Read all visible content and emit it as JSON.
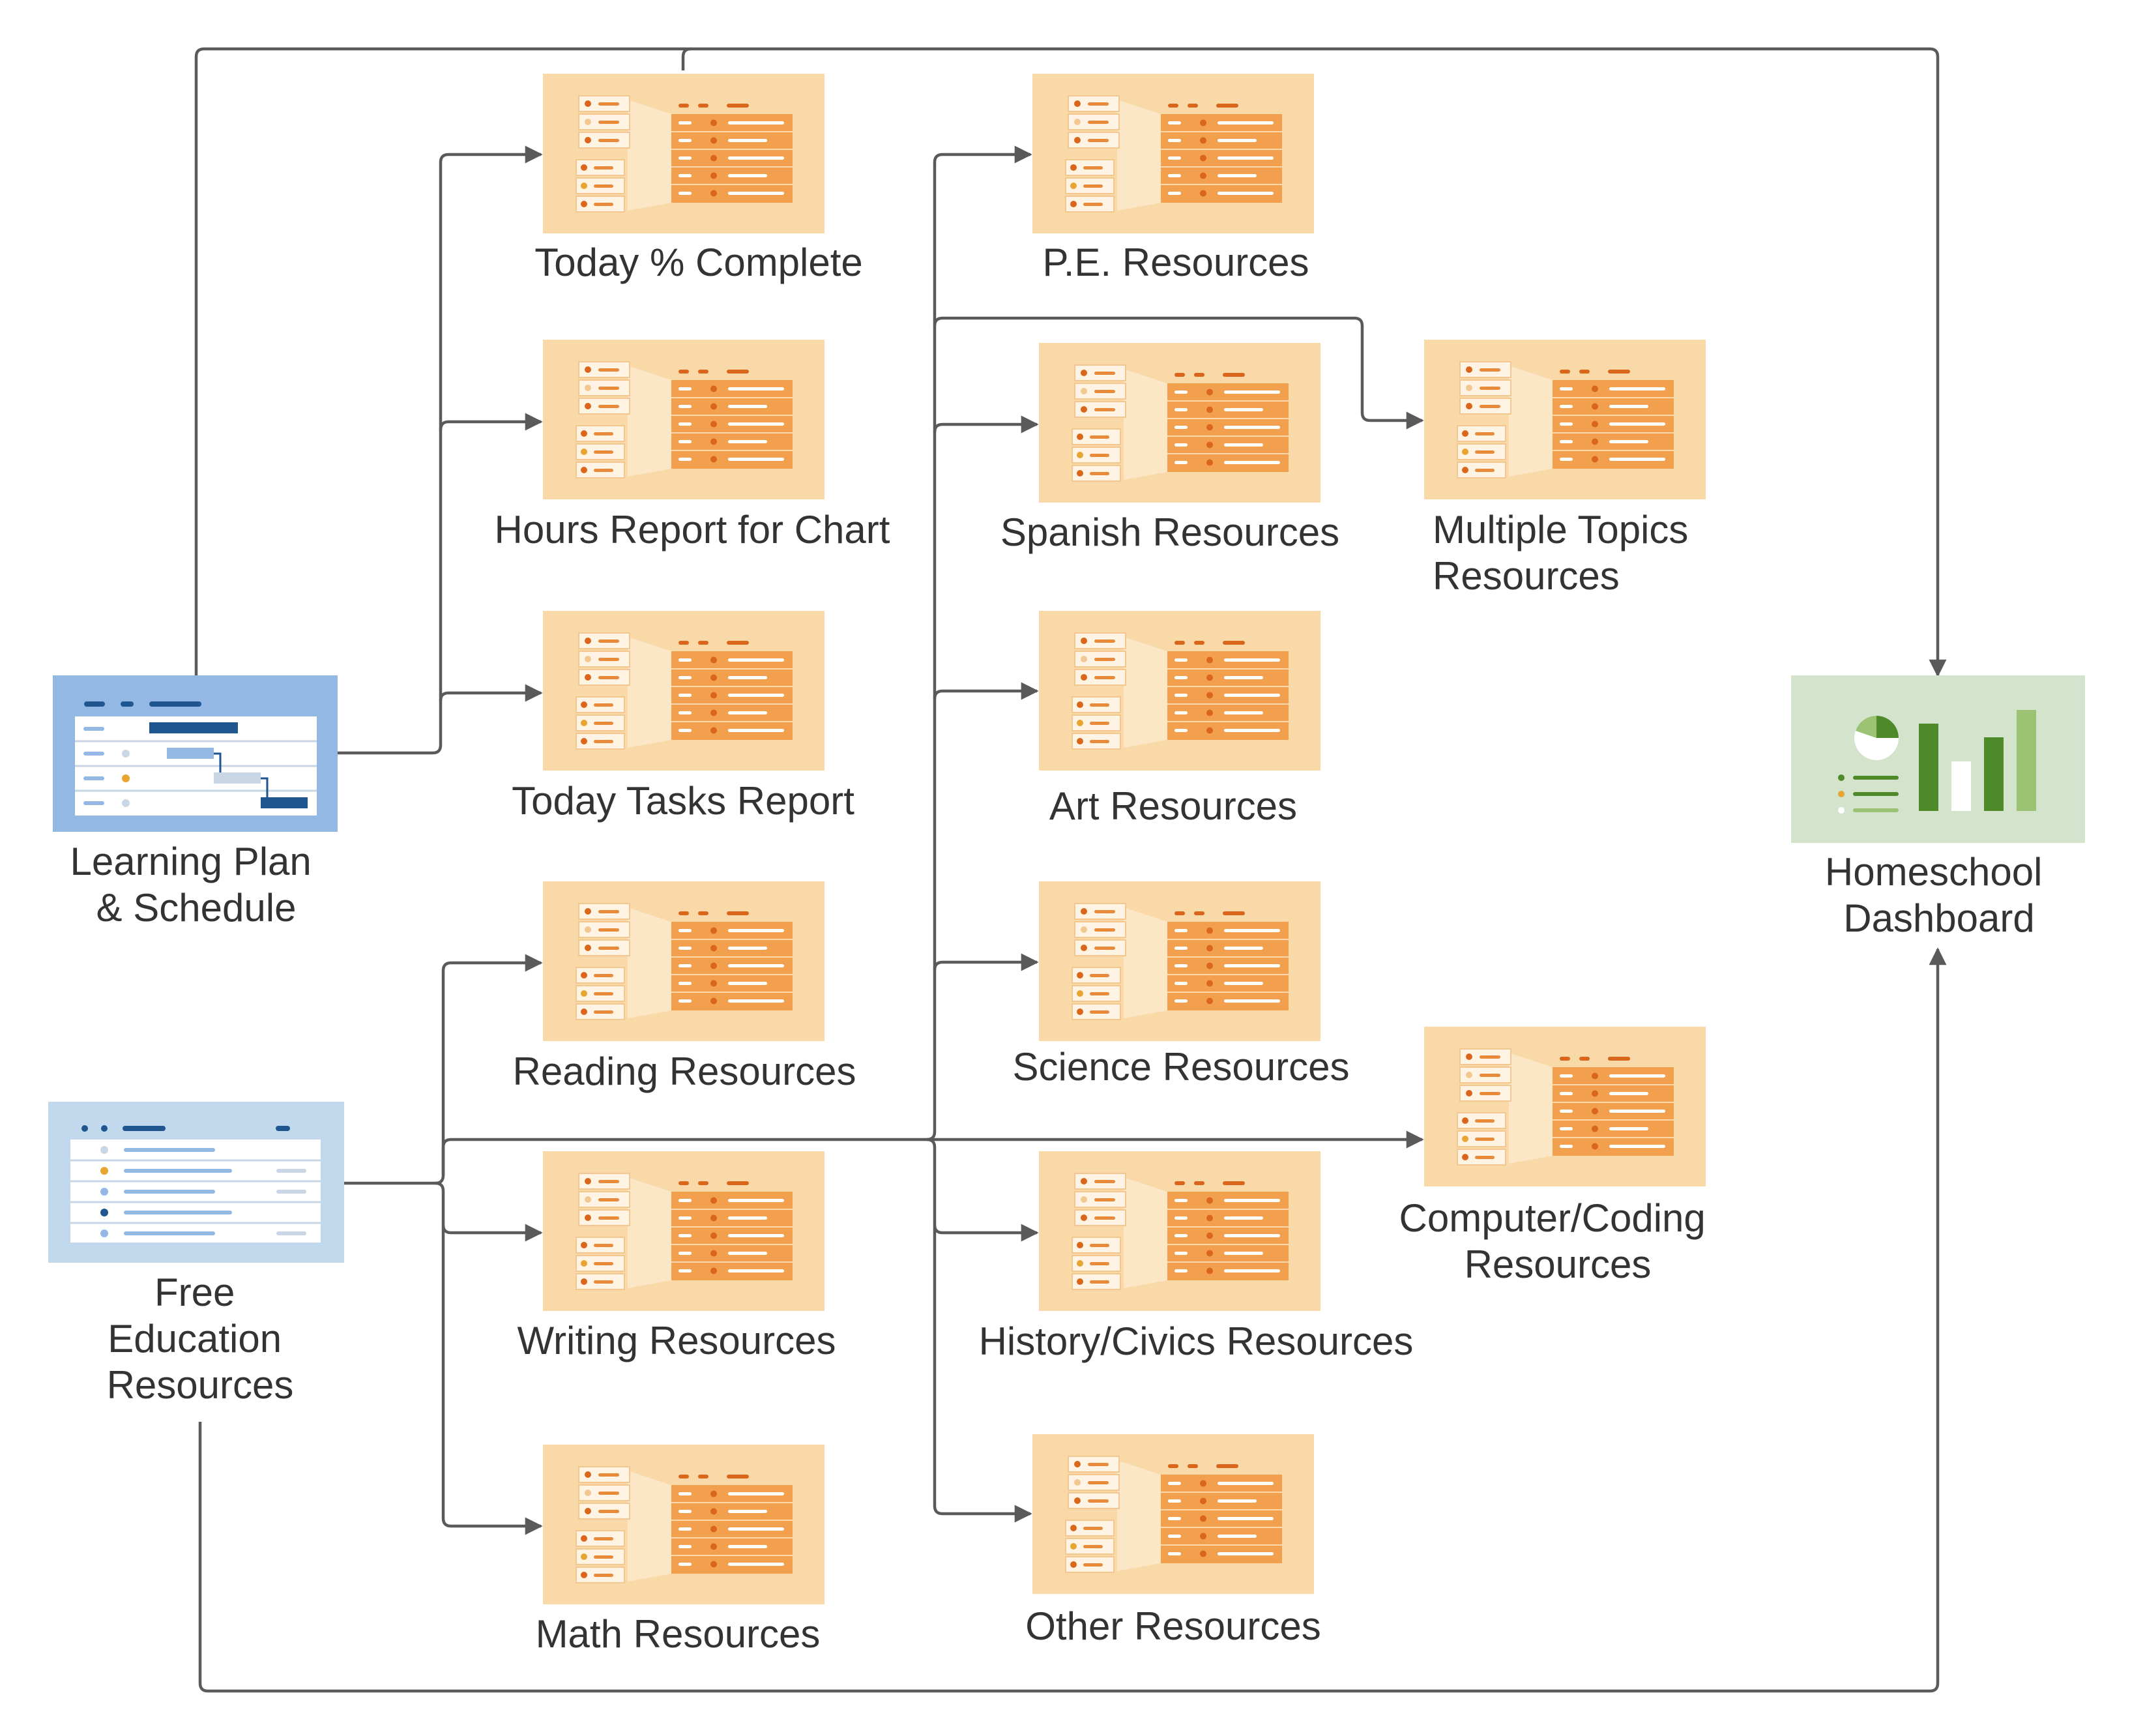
{
  "colors": {
    "report_bg": "#f9d9a8",
    "report_table": "#f2a04e",
    "report_accent": "#d9661b",
    "plan_bg": "#93b8e3",
    "plan_bar": "#1f5690",
    "free_bg": "#c2d8ec",
    "free_dot": "#1f5690",
    "dashboard_bg": "#d3e3cc",
    "dashboard_green": "#4f8a2a",
    "dashboard_light_green": "#9cc273",
    "connector": "#5a5a5a",
    "label": "#333333"
  },
  "nodes": {
    "learning_plan": {
      "icon": "gantt-sheet-icon",
      "lines": [
        "Learning Plan",
        "& Schedule"
      ]
    },
    "free_education": {
      "icon": "list-sheet-icon",
      "lines": [
        "Free",
        "Education",
        "Resources"
      ]
    },
    "dashboard": {
      "icon": "dashboard-chart-icon",
      "lines": [
        "Homeschool",
        "Dashboard"
      ]
    },
    "today_complete": {
      "icon": "report-icon",
      "lines": [
        "Today % Complete"
      ]
    },
    "hours_report": {
      "icon": "report-icon",
      "lines": [
        "Hours Report for Chart"
      ]
    },
    "today_tasks": {
      "icon": "report-icon",
      "lines": [
        "Today Tasks Report"
      ]
    },
    "reading": {
      "icon": "report-icon",
      "lines": [
        "Reading Resources"
      ]
    },
    "writing": {
      "icon": "report-icon",
      "lines": [
        "Writing Resources"
      ]
    },
    "math": {
      "icon": "report-icon",
      "lines": [
        "Math Resources"
      ]
    },
    "pe": {
      "icon": "report-icon",
      "lines": [
        "P.E. Resources"
      ]
    },
    "spanish": {
      "icon": "report-icon",
      "lines": [
        "Spanish Resources"
      ]
    },
    "art": {
      "icon": "report-icon",
      "lines": [
        "Art Resources"
      ]
    },
    "science": {
      "icon": "report-icon",
      "lines": [
        "Science Resources"
      ]
    },
    "history": {
      "icon": "report-icon",
      "lines": [
        "History/Civics Resources"
      ]
    },
    "other": {
      "icon": "report-icon",
      "lines": [
        "Other Resources"
      ]
    },
    "multiple": {
      "icon": "report-icon",
      "lines": [
        "Multiple Topics",
        "Resources"
      ]
    },
    "computer": {
      "icon": "report-icon",
      "lines": [
        "Computer/Coding",
        "Resources"
      ]
    }
  },
  "edges": [
    {
      "from": "learning_plan",
      "to": "today_complete"
    },
    {
      "from": "learning_plan",
      "to": "hours_report"
    },
    {
      "from": "learning_plan",
      "to": "today_tasks"
    },
    {
      "from": "learning_plan",
      "to": "dashboard"
    },
    {
      "from": "free_education",
      "to": "reading"
    },
    {
      "from": "free_education",
      "to": "writing"
    },
    {
      "from": "free_education",
      "to": "math"
    },
    {
      "from": "free_education",
      "to": "pe"
    },
    {
      "from": "free_education",
      "to": "spanish"
    },
    {
      "from": "free_education",
      "to": "art"
    },
    {
      "from": "free_education",
      "to": "science"
    },
    {
      "from": "free_education",
      "to": "history"
    },
    {
      "from": "free_education",
      "to": "other"
    },
    {
      "from": "free_education",
      "to": "multiple"
    },
    {
      "from": "free_education",
      "to": "computer"
    },
    {
      "from": "free_education",
      "to": "dashboard"
    }
  ]
}
